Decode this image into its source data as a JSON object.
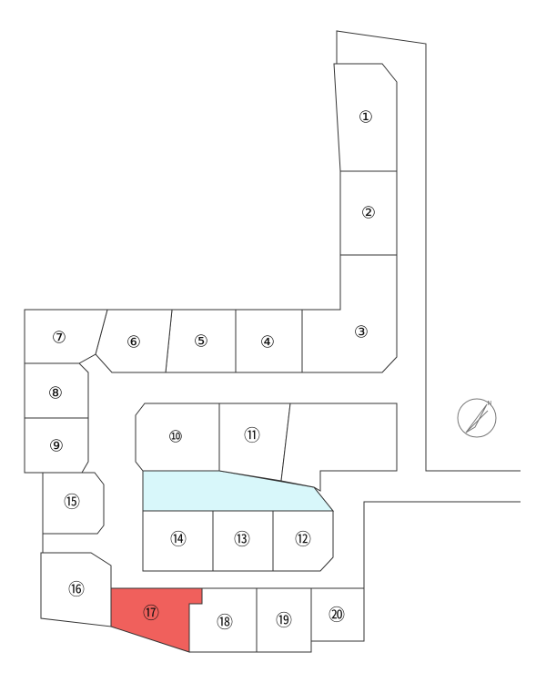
{
  "colors": {
    "lot_fill": "#ffffff",
    "highlight_lot": "#f0605c",
    "open_space": "#d8f7fa",
    "outline": "#333333"
  },
  "highlighted_lot": "⑰",
  "compass": {
    "label": "N"
  },
  "lots": {
    "l1": "①",
    "l2": "②",
    "l3": "③",
    "l4": "④",
    "l5": "⑤",
    "l6": "⑥",
    "l7": "⑦",
    "l8": "⑧",
    "l9": "⑨",
    "l10": "⑩",
    "l11": "⑪",
    "l12": "⑫",
    "l13": "⑬",
    "l14": "⑭",
    "l15": "⑮",
    "l16": "⑯",
    "l17": "⑰",
    "l18": "⑱",
    "l19": "⑲",
    "l20": "⑳"
  }
}
